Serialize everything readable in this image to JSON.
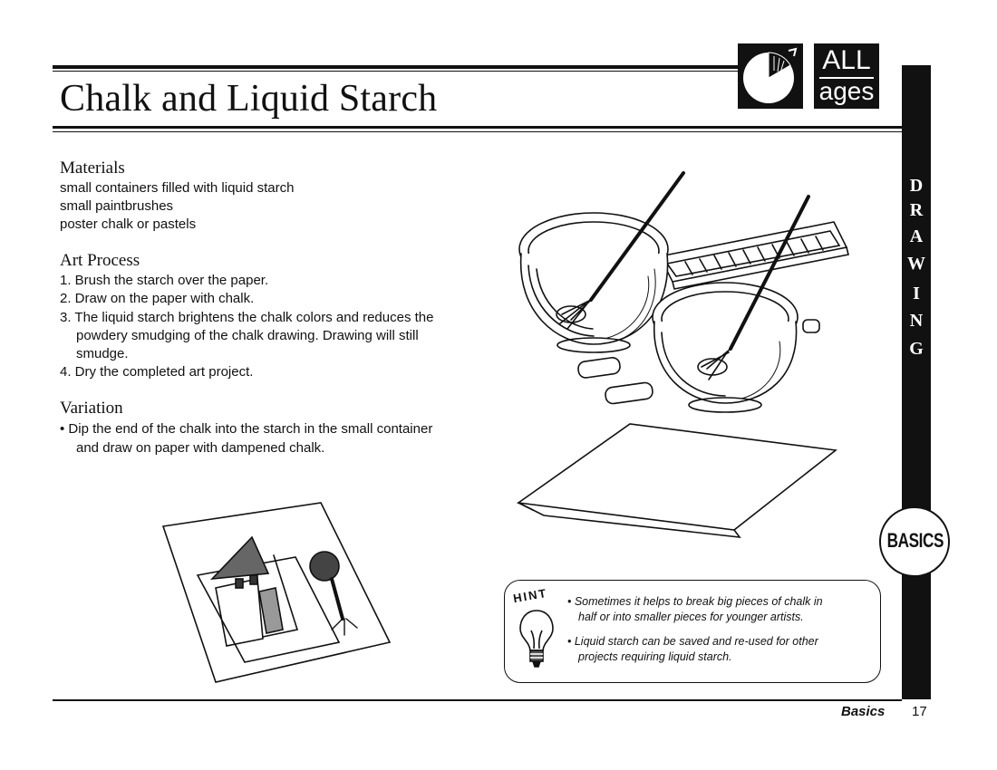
{
  "page": {
    "title": "Chalk and Liquid Starch",
    "badge": {
      "top": "ALL",
      "bottom": "ages"
    },
    "sidebar_letters": [
      "D",
      "R",
      "A",
      "W",
      "I",
      "N",
      "G"
    ],
    "section_tab": "BASICS"
  },
  "materials": {
    "heading": "Materials",
    "items": [
      "small containers filled with liquid starch",
      "small paintbrushes",
      "poster chalk or pastels"
    ]
  },
  "process": {
    "heading": "Art Process",
    "lines": [
      "1. Brush the starch over the paper.",
      "2. Draw on the paper with chalk.",
      "3. The liquid starch brightens the chalk colors and reduces the",
      "powdery smudging of the chalk drawing. Drawing will still",
      "smudge.",
      "4. Dry the completed art project."
    ]
  },
  "variation": {
    "heading": "Variation",
    "lines": [
      "• Dip the end of the chalk into the starch in the small container",
      "and draw on paper with dampened chalk."
    ]
  },
  "hint": {
    "label": "HINT",
    "tips": [
      [
        "• Sometimes it helps to break big pieces of chalk in",
        "half or into smaller pieces for younger artists."
      ],
      [
        "• Liquid starch can be saved and re-used for other",
        "projects requiring liquid starch."
      ]
    ]
  },
  "footer": {
    "section": "Basics",
    "page_number": "17"
  }
}
